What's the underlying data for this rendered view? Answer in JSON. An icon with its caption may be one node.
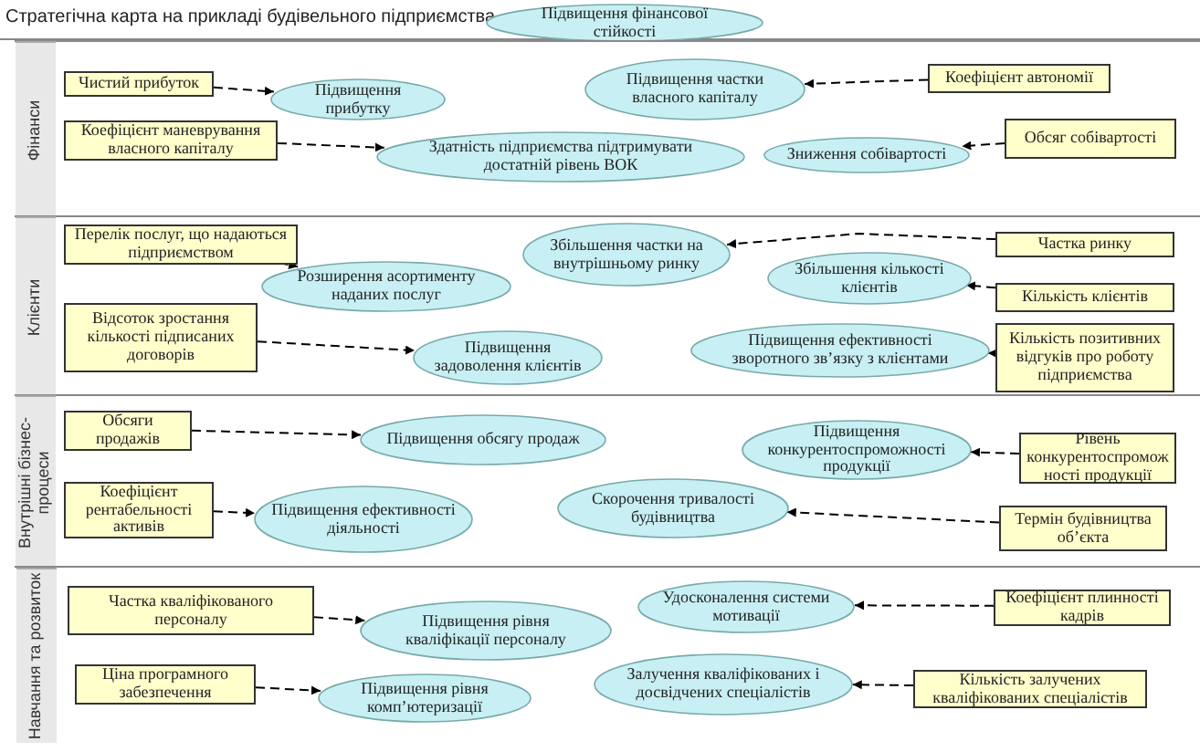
{
  "diagram": {
    "title": "Стратегічна карта на прикладі будівельного підприємства",
    "nodes": [
      {
        "text": [
          "Підвищення фінансової стійкості"
        ]
      },
      {
        "text": [
          "Фінанси"
        ]
      },
      {
        "text": [
          "Чистий прибуток"
        ],
        "in": 1
      },
      {
        "text": [
          "Підвищення прибутку"
        ],
        "in": 1
      },
      {
        "text": [
          "Підвищення частки власного капіталу"
        ],
        "in": 1
      },
      {
        "text": [
          "Коефіцієнт автономії"
        ],
        "in": 1
      },
      {
        "text": [
          "Коефіцієнт маневрування власного капіталу"
        ],
        "in": 1
      },
      {
        "text": [
          "Здатність підприємства підтримувати достатній рівень ВОК"
        ],
        "in": 1
      },
      {
        "text": [
          "Зниження собівартості"
        ],
        "in": 1
      },
      {
        "text": [
          "Обсяг собівартості"
        ],
        "in": 1
      },
      {
        "text": [
          "Клієнти"
        ]
      },
      {
        "text": [
          "Перелік послуг, що надаються підприємством"
        ],
        "in": 10
      },
      {
        "text": [
          "Збільшення частки на внутрішньому ринку"
        ],
        "in": 10
      },
      {
        "text": [
          "Розширення асортименту наданих послуг"
        ],
        "in": 10
      },
      {
        "text": [
          "Частка ринку"
        ],
        "in": 10
      },
      {
        "text": [
          "Збільшення кількості клієнтів"
        ],
        "in": 10
      },
      {
        "text": [
          "Кількість клієнтів"
        ],
        "in": 10
      },
      {
        "text": [
          "Відсоток зростання кількості підписаних договорів"
        ],
        "in": 10
      },
      {
        "text": [
          "Підвищення задоволення клієнтів"
        ],
        "in": 10
      },
      {
        "text": [
          "Підвищення ефективності зворотного зв’язку з клієнтами"
        ],
        "in": 10
      },
      {
        "text": [
          "Кількість позитивних відгуків про роботу підприємства"
        ],
        "in": 10
      },
      {
        "text": [
          "Внутрішні бізнес-процеси"
        ]
      },
      {
        "text": [
          "Обсяги продажів"
        ],
        "in": 21
      },
      {
        "text": [
          "Підвищення обсягу продаж"
        ],
        "in": 21
      },
      {
        "text": [
          "Підвищення конкурентоспроможності продукції"
        ],
        "in": 21
      },
      {
        "text": [
          "Рівень конкурентоспроможності продукції"
        ],
        "in": 21
      },
      {
        "text": [
          "Коефіцієнт рентабельності активів"
        ],
        "in": 21
      },
      {
        "text": [
          "Підвищення ефективності діяльності"
        ],
        "in": 21
      },
      {
        "text": [
          "Скорочення тривалості будівництва"
        ],
        "in": 21
      },
      {
        "text": [
          "Термін будівництва об’єкта"
        ],
        "in": 21
      },
      {
        "text": [
          "Навчання та розвиток"
        ]
      },
      {
        "text": [
          "Частка кваліфікованого персоналу"
        ],
        "in": 30
      },
      {
        "text": [
          "Підвищення рівня кваліфікації персоналу"
        ],
        "in": 30
      },
      {
        "text": [
          "Удосконалення системи мотивації"
        ],
        "in": 30
      },
      {
        "text": [
          "Коефіцієнт плинності кадрів"
        ],
        "in": 30
      },
      {
        "text": [
          "Ціна програмного забезпечення"
        ],
        "in": 30
      },
      {
        "text": [
          "Підвищення рівня комп’ютеризації"
        ],
        "in": 30
      },
      {
        "text": [
          "Залучення кваліфікованих і досвідчених спеціалістів"
        ],
        "in": 30
      },
      {
        "text": [
          "Кількість залучених кваліфікованих спеціалістів"
        ],
        "in": 30
      }
    ],
    "edges": [
      {
        "from": 2,
        "to": 3,
        "arrow": "to",
        "style": "dashed"
      },
      {
        "from": 5,
        "to": 4,
        "arrow": "to",
        "style": "dashed"
      },
      {
        "from": 6,
        "to": 7,
        "arrow": "to",
        "style": "dashed"
      },
      {
        "from": 9,
        "to": 8,
        "arrow": "to",
        "style": "dashed"
      },
      {
        "from": 11,
        "to": 13,
        "arrow": "to",
        "style": "dashed"
      },
      {
        "from": 14,
        "to": 12,
        "arrow": "to",
        "style": "dashed"
      },
      {
        "from": 16,
        "to": 15,
        "arrow": "to",
        "style": "dashed"
      },
      {
        "from": 17,
        "to": 18,
        "arrow": "to",
        "style": "dashed"
      },
      {
        "from": 20,
        "to": 19,
        "arrow": "to",
        "style": "dashed"
      },
      {
        "from": 22,
        "to": 23,
        "arrow": "to",
        "style": "dashed"
      },
      {
        "from": 25,
        "to": 24,
        "arrow": "to",
        "style": "dashed"
      },
      {
        "from": 26,
        "to": 27,
        "arrow": "to",
        "style": "dashed"
      },
      {
        "from": 29,
        "to": 28,
        "arrow": "to",
        "style": "dashed"
      },
      {
        "from": 31,
        "to": 32,
        "arrow": "to",
        "style": "dashed"
      },
      {
        "from": 34,
        "to": 33,
        "arrow": "to",
        "style": "dashed"
      },
      {
        "from": 35,
        "to": 36,
        "arrow": "to",
        "style": "dashed"
      },
      {
        "from": 38,
        "to": 37,
        "arrow": "to",
        "style": "dashed"
      }
    ]
  }
}
